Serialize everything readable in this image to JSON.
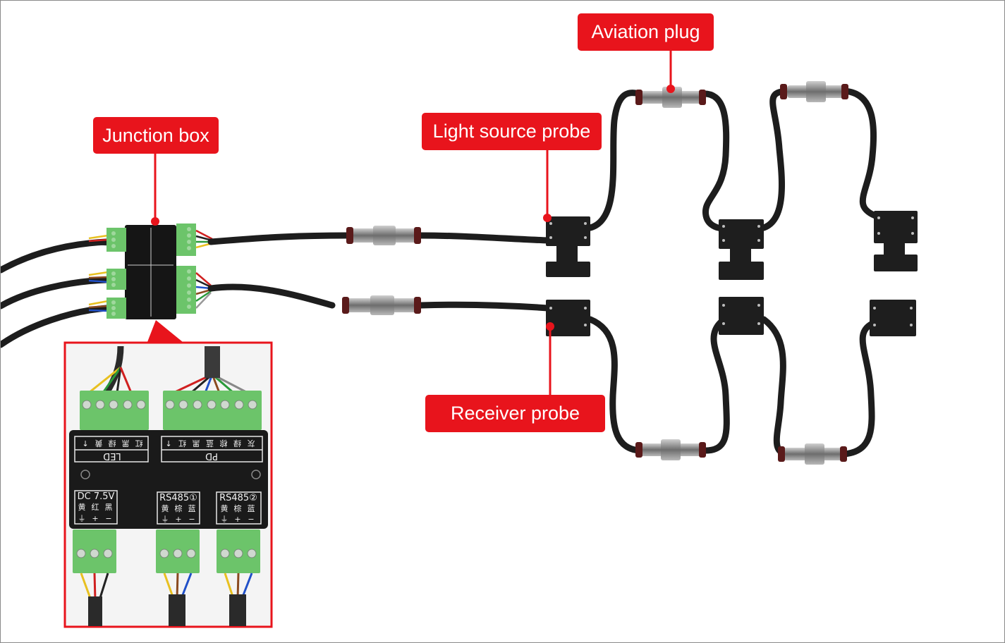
{
  "labels": {
    "aviation_plug": "Aviation plug",
    "junction_box": "Junction box",
    "light_source_probe": "Light source probe",
    "receiver_probe": "Receiver probe"
  },
  "junction_box_panel": {
    "led_group": "LED",
    "pd_group": "PD",
    "led_pins": [
      "↑",
      "黄",
      "绿",
      "黑",
      "红"
    ],
    "pd_pins": [
      "↑",
      "红",
      "黑",
      "蓝",
      "棕",
      "绿",
      "灰"
    ],
    "power": {
      "title": "DC 7.5V",
      "pins": [
        "黄",
        "红",
        "黑"
      ],
      "signs": [
        "⏚",
        "+",
        "−"
      ]
    },
    "rs485_1": {
      "title": "RS485①",
      "pins": [
        "黄",
        "棕",
        "蓝"
      ],
      "signs": [
        "⏚",
        "+",
        "−"
      ]
    },
    "rs485_2": {
      "title": "RS485②",
      "pins": [
        "黄",
        "棕",
        "蓝"
      ],
      "signs": [
        "⏚",
        "+",
        "−"
      ]
    }
  },
  "colors": {
    "callout": "#e8141c",
    "terminal_green": "#6cc46a",
    "probe_body": "#1e1e1e",
    "cable": "#1d1d1d"
  }
}
